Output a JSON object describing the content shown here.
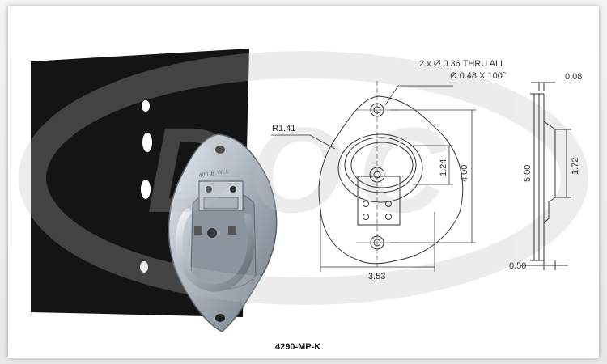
{
  "product": {
    "part_number": "4290-MP-K"
  },
  "watermark": {
    "text": "DOC"
  },
  "drawing": {
    "hole_callout_1": "2 x Ø 0.36 THRU ALL",
    "hole_callout_2": "Ø 0.48 X 100°",
    "radius_label": "R1.41",
    "dim_width": "3.53",
    "dim_hole_spacing": "4.00",
    "dim_ring_height": "1.24",
    "dim_thickness": "0.08",
    "dim_side_height": "5.00",
    "dim_side_depth": "1.72",
    "dim_side_offset": "0.50"
  },
  "photo": {
    "stamp_text": "400 lb. WLL"
  },
  "colors": {
    "panel": "#141414",
    "metal": "#b9c2cc",
    "line": "#333333",
    "watermark": "#c9c9c9"
  }
}
